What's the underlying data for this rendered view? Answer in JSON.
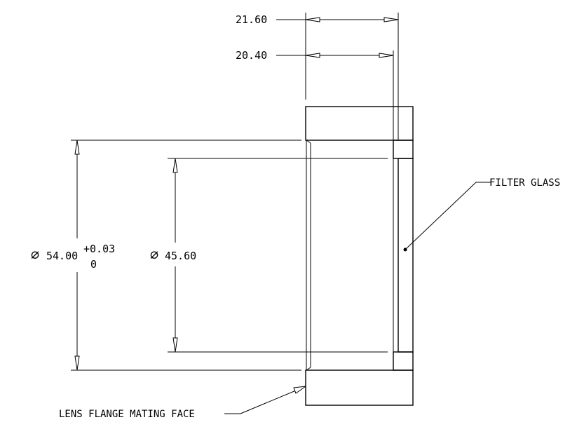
{
  "drawing": {
    "dim_overall_depth": "21.60",
    "dim_inner_depth": "20.40",
    "dim_outer_diameter": {
      "symbol": "∅",
      "value": "54.00",
      "tol_upper": "+0.03",
      "tol_lower": "0"
    },
    "dim_inner_diameter": {
      "symbol": "∅",
      "value": "45.60"
    },
    "label_filter_glass": "FILTER GLASS",
    "label_mating_face": "LENS FLANGE MATING FACE"
  },
  "colors": {
    "line": "#000000",
    "background": "#ffffff"
  }
}
